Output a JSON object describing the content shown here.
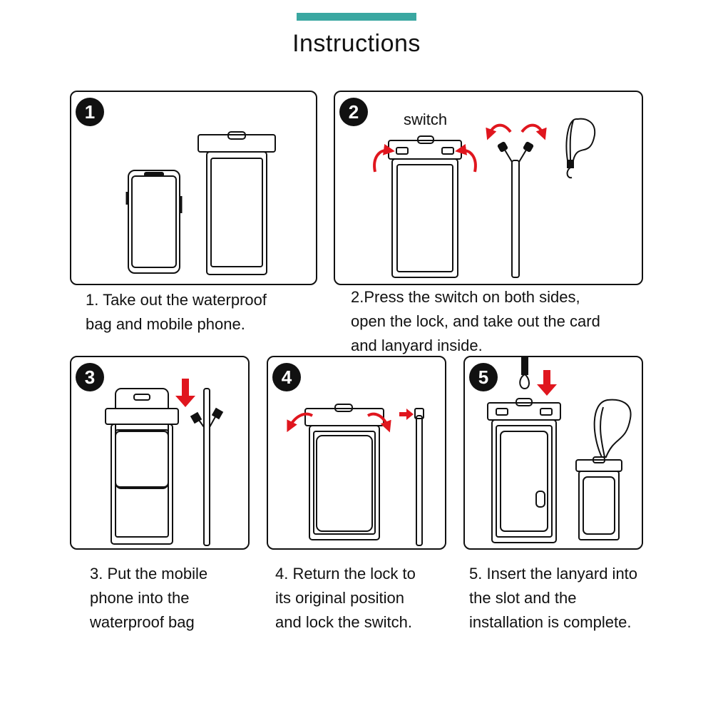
{
  "header": {
    "title": "Instructions",
    "accent_color": "#3aa7a1"
  },
  "arrow_color": "#e0161e",
  "steps": [
    {
      "badge": "1",
      "caption": "1. Take out the waterproof\nbag and mobile phone."
    },
    {
      "badge": "2",
      "label": "switch",
      "caption": "2.Press the switch on both sides,\nopen the lock, and take out the card\nand lanyard inside."
    },
    {
      "badge": "3",
      "caption": "3. Put the mobile\nphone into the\nwaterproof bag"
    },
    {
      "badge": "4",
      "caption": "4. Return the lock to\nits original position\nand lock the switch."
    },
    {
      "badge": "5",
      "caption": "5. Insert the lanyard into\nthe slot and the\ninstallation is complete."
    }
  ]
}
